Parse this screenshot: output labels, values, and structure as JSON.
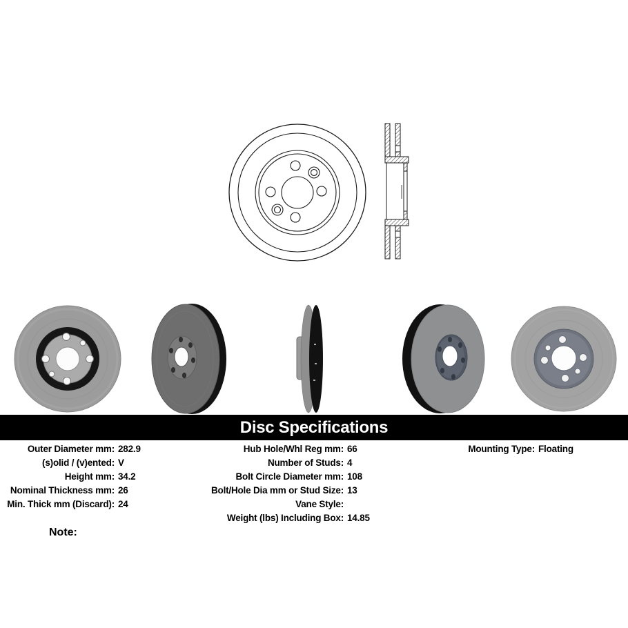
{
  "header": {
    "title": "Disc Specifications"
  },
  "specs": {
    "left": [
      {
        "label": "Outer Diameter mm:",
        "value": "282.9"
      },
      {
        "label": "(s)olid / (v)ented:",
        "value": "V"
      },
      {
        "label": "Height mm:",
        "value": "34.2"
      },
      {
        "label": "Nominal Thickness mm:",
        "value": "26"
      },
      {
        "label": "Min. Thick mm (Discard):",
        "value": "24"
      }
    ],
    "middle": [
      {
        "label": "Hub Hole/Whl Reg mm:",
        "value": "66"
      },
      {
        "label": "Number of Studs:",
        "value": "4"
      },
      {
        "label": "Bolt Circle Diameter mm:",
        "value": "108"
      },
      {
        "label": "Bolt/Hole Dia mm or Stud Size:",
        "value": "13"
      },
      {
        "label": "Vane Style:",
        "value": ""
      },
      {
        "label": "Weight (lbs) Including Box:",
        "value": "14.85"
      }
    ],
    "right": [
      {
        "label": "Mounting Type:",
        "value": "Floating"
      }
    ]
  },
  "note": {
    "label": "Note:"
  },
  "illustrations": {
    "drawing_front": "brake-disc-front-line-drawing",
    "drawing_section": "brake-disc-cross-section-line-drawing",
    "photos": [
      "rotor-front-view-photo",
      "rotor-three-quarter-right-edge-photo",
      "rotor-edge-profile-photo",
      "rotor-three-quarter-left-edge-photo",
      "rotor-rear-view-photo"
    ]
  },
  "colors": {
    "background": "#ffffff",
    "banner_bg": "#000000",
    "banner_text": "#ffffff",
    "spec_text": "#000000",
    "rotor_gray": "#9c9c9c",
    "rotor_dark_gray": "#6e6e6e",
    "hub_ring_black": "#161616",
    "hub_blue_gray": "#5d6470",
    "drawing_line": "#1a1a1a"
  }
}
